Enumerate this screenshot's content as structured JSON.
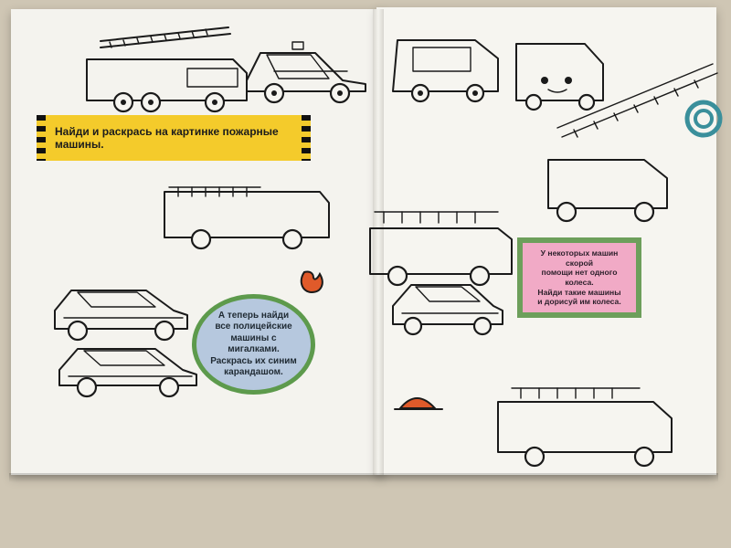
{
  "page": {
    "left_instruction": "Найди и раскрась на картинке пожарные машины.",
    "middle_instruction": "А теперь найди\nвсе полицейские\nмашины с мигалками.\nРаскрась их синим\nкарандашом.",
    "right_instruction": "У некоторых машин скорой\nпомощи нет одного колеса.\nНайди такие машины\nи дорисуй им колеса."
  },
  "colors": {
    "background_cloth": "#cfc6b4",
    "page_paper": "#f4f3ee",
    "yellow_banner": "#f4cb2b",
    "oval_blue": "#b6c8de",
    "oval_border_green": "#5d9a4c",
    "pink_box": "#f1aac6",
    "pink_border_green": "#6d9f5b",
    "accent_orange": "#e05a2a",
    "accent_teal": "#3a8f9b"
  }
}
